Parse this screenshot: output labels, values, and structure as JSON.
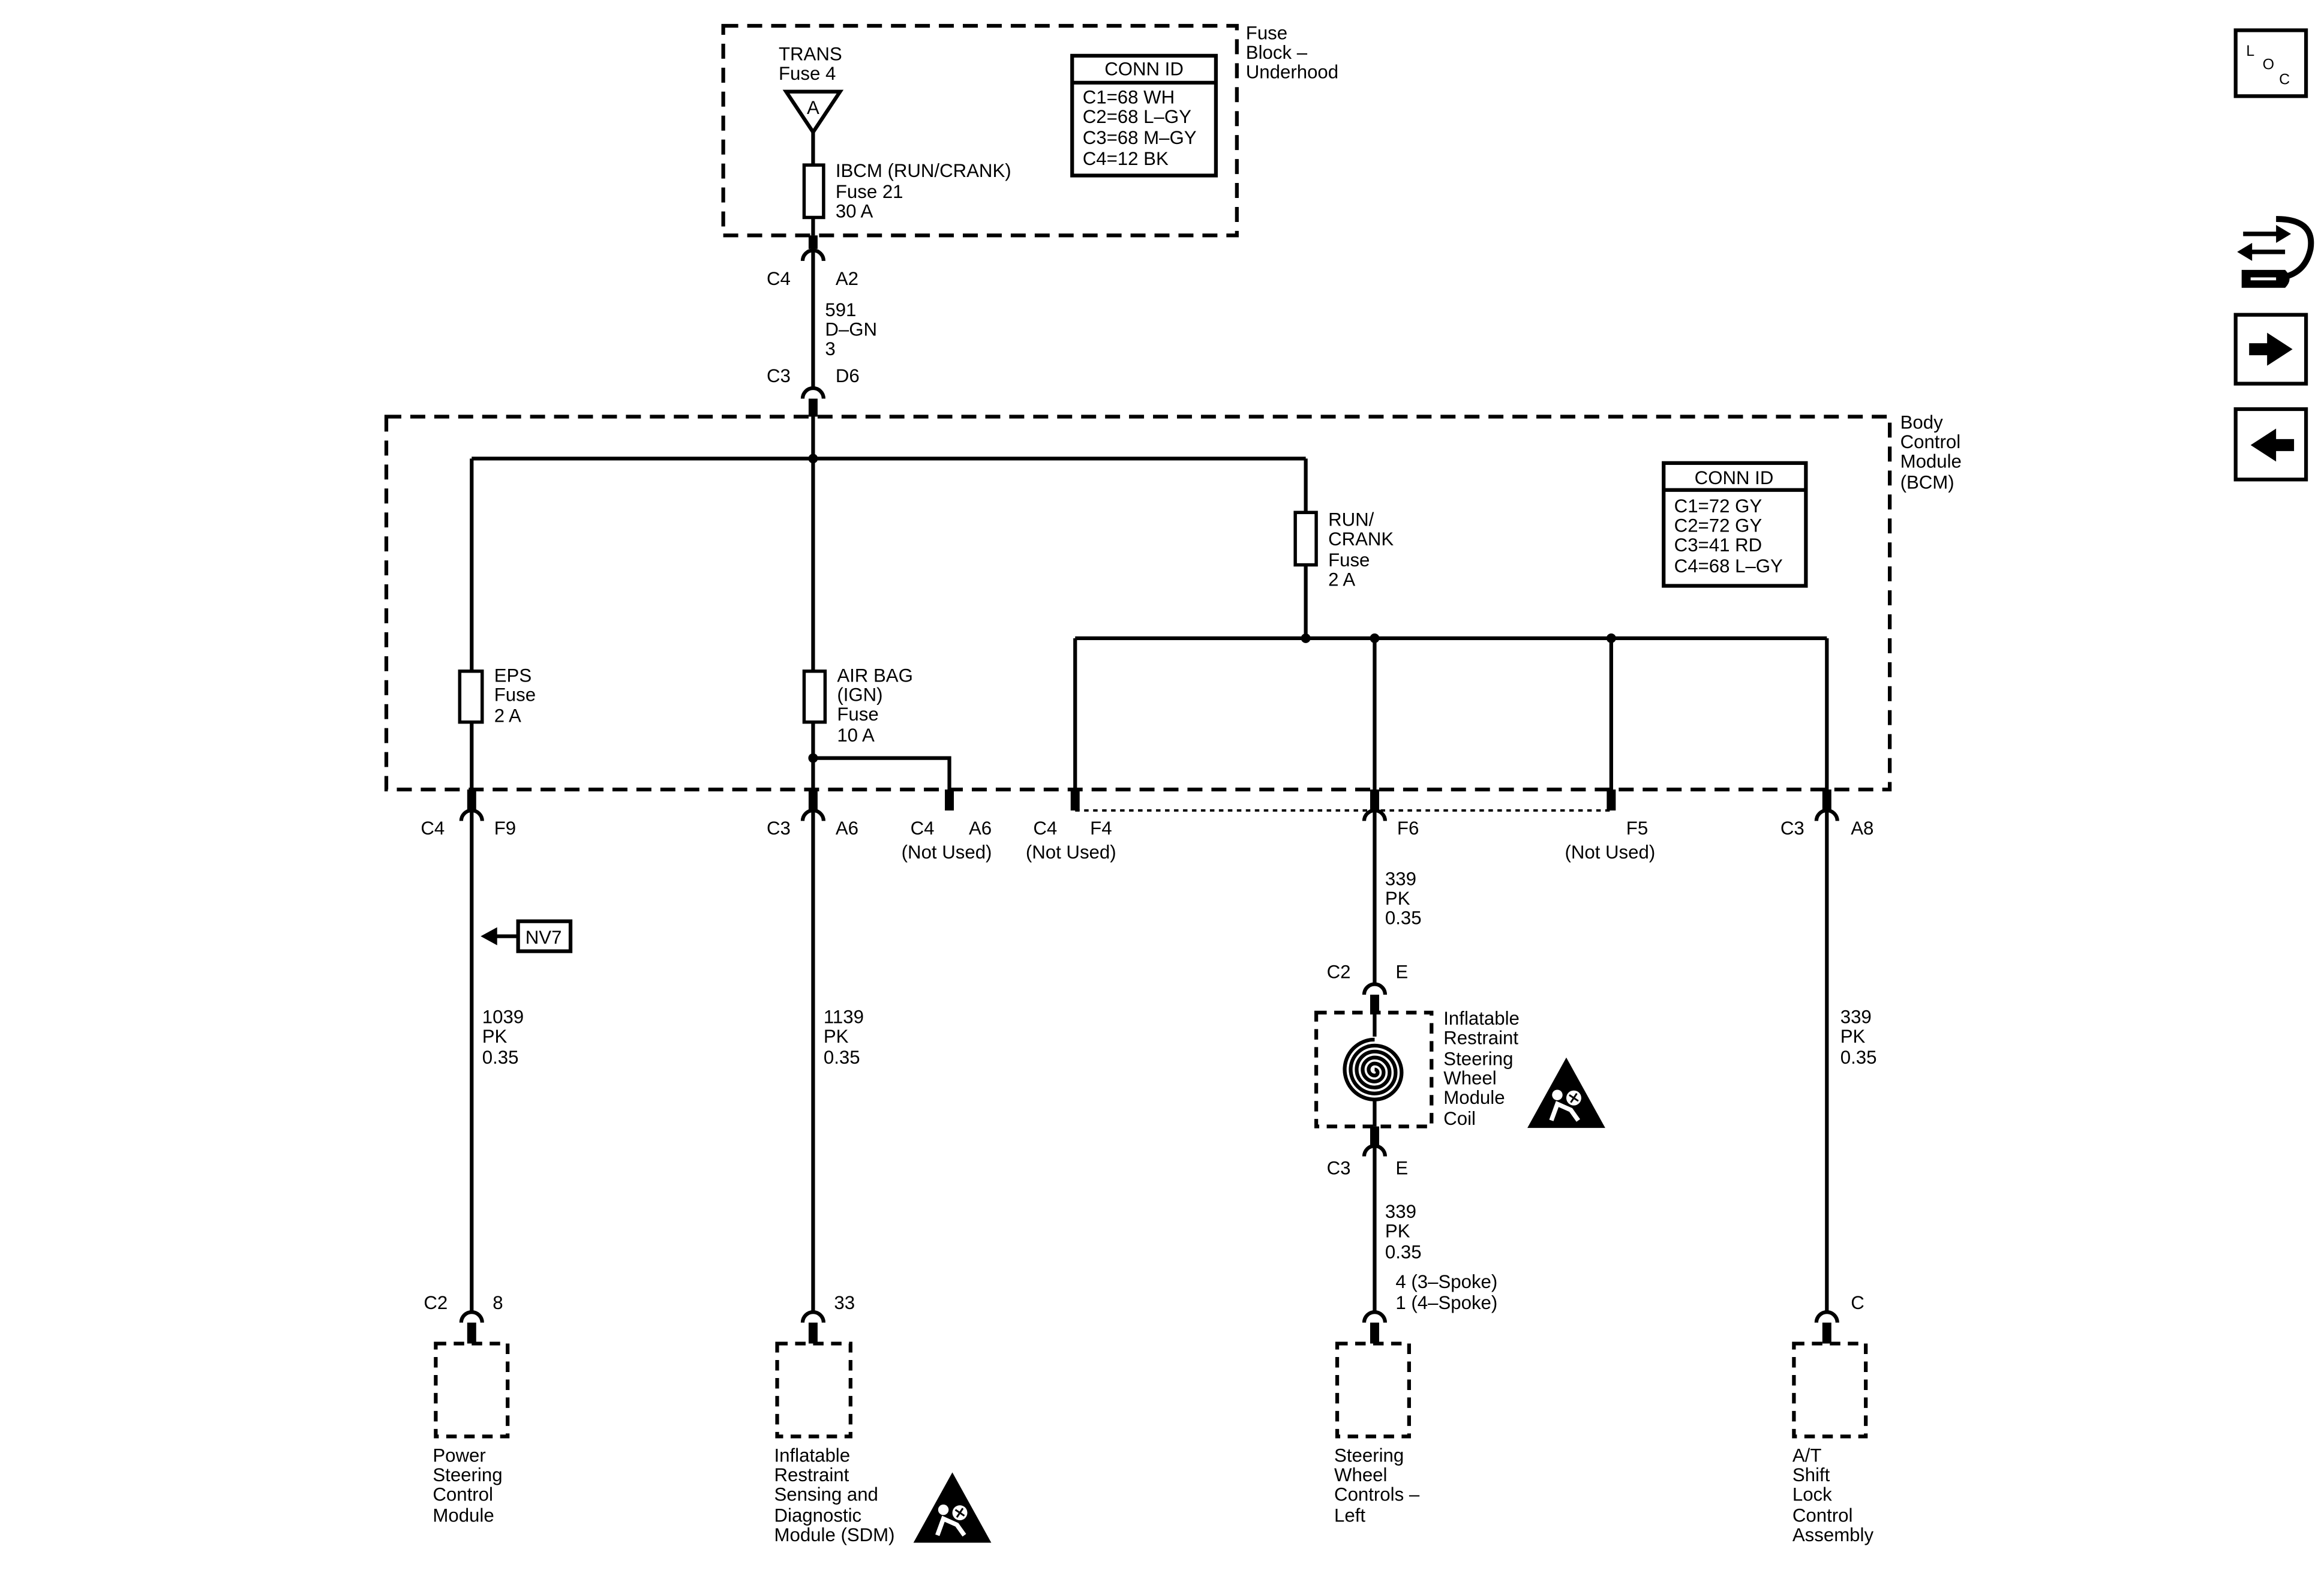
{
  "colors": {
    "ink": "#000000",
    "paper": "#ffffff"
  },
  "fuse_block": {
    "title_lines": [
      "Fuse",
      "Block –",
      "Underhood"
    ],
    "trans": {
      "name": "TRANS",
      "fuse": "Fuse 4",
      "terminal": "A"
    },
    "ibcm_fuse": {
      "lines": [
        "IBCM (RUN/CRANK)",
        "Fuse 21",
        "30 A"
      ]
    },
    "conn_id": {
      "header": "CONN ID",
      "rows": [
        "C1=68 WH",
        "C2=68 L–GY",
        "C3=68 M–GY",
        "C4=12 BK"
      ]
    },
    "output_connector": {
      "conn": "C4",
      "pin": "A2"
    }
  },
  "feed_wire": {
    "circuit": "591",
    "color": "D–GN",
    "size": "3"
  },
  "bcm": {
    "title_lines": [
      "Body",
      "Control",
      "Module",
      "(BCM)"
    ],
    "input_connector": {
      "conn": "C3",
      "pin": "D6"
    },
    "conn_id": {
      "header": "CONN ID",
      "rows": [
        "C1=72 GY",
        "C2=72 GY",
        "C3=41 RD",
        "C4=68 L–GY"
      ]
    },
    "eps_fuse": [
      "EPS",
      "Fuse",
      "2 A"
    ],
    "airbag_fuse": [
      "AIR BAG",
      "(IGN)",
      "Fuse",
      "10 A"
    ],
    "run_crank_fuse": [
      "RUN/",
      "CRANK",
      "Fuse",
      "2 A"
    ],
    "outputs": [
      {
        "conn": "C4",
        "pin": "F9"
      },
      {
        "conn": "C3",
        "pin": "A6"
      },
      {
        "conn": "C4",
        "pin": "A6",
        "note": "(Not Used)"
      },
      {
        "conn": "C4",
        "pin": "F4",
        "note": "(Not Used)"
      },
      {
        "pin": "F6"
      },
      {
        "pin": "F5",
        "note": "(Not Used)"
      },
      {
        "conn": "C3",
        "pin": "A8"
      }
    ]
  },
  "circuits": {
    "power_steering": {
      "wire": {
        "circuit": "1039",
        "color": "PK",
        "size": "0.35"
      },
      "reference": "NV7",
      "connector": {
        "conn": "C2",
        "pin": "8"
      },
      "component": [
        "Power",
        "Steering",
        "Control",
        "Module"
      ]
    },
    "sdm": {
      "wire": {
        "circuit": "1139",
        "color": "PK",
        "size": "0.35"
      },
      "connector": {
        "pin": "33"
      },
      "component": [
        "Inflatable",
        "Restraint",
        "Sensing and",
        "Diagnostic",
        "Module (SDM)"
      ],
      "warning_icon": "airbag-warning-icon"
    },
    "steering_wheel": {
      "wire_in": {
        "circuit": "339",
        "color": "PK",
        "size": "0.35"
      },
      "coil_in_connector": {
        "conn": "C2",
        "pin": "E"
      },
      "coil": [
        "Inflatable",
        "Restraint",
        "Steering",
        "Wheel",
        "Module",
        "Coil"
      ],
      "coil_icon": "clockspring-coil-icon",
      "warning_icon": "airbag-warning-icon",
      "coil_out_connector": {
        "conn": "C3",
        "pin": "E"
      },
      "wire_out": {
        "circuit": "339",
        "color": "PK",
        "size": "0.35"
      },
      "component_pins": [
        "4 (3–Spoke)",
        "1 (4–Spoke)"
      ],
      "component": [
        "Steering",
        "Wheel",
        "Controls –",
        "Left"
      ]
    },
    "shift_lock": {
      "wire": {
        "circuit": "339",
        "color": "PK",
        "size": "0.35"
      },
      "connector": {
        "pin": "C"
      },
      "component": [
        "A/T",
        "Shift",
        "Lock",
        "Control",
        "Assembly"
      ]
    }
  },
  "toolbar": {
    "loc_letters": [
      "L",
      "O",
      "C"
    ],
    "icons": [
      "loc-icon",
      "component-view-icon",
      "next-arrow-icon",
      "previous-arrow-icon"
    ]
  }
}
